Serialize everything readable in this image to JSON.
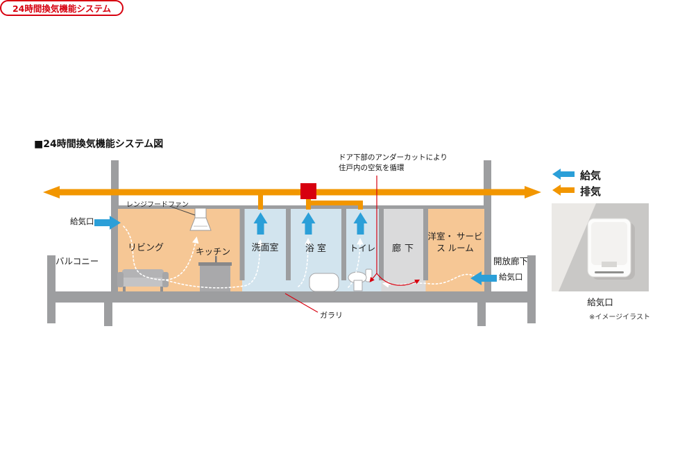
{
  "title": "■24時間換気機能システム図",
  "system_badge": "24時間換気機能システム",
  "annotation": "ドア下部のアンダーカットにより\n住戸内の空気を循環",
  "legend": {
    "supply": "給気",
    "exhaust": "排気"
  },
  "rooms": {
    "living": "リビング",
    "kitchen": "キッチン",
    "washroom": "洗面室",
    "bathroom": "浴室",
    "toilet": "トイレ",
    "hallway": "廊下",
    "service_room": "洋室・\nサービス\nルーム"
  },
  "labels": {
    "range_hood_fan": "レンジフードファン",
    "supply_inlet_left": "給気口",
    "supply_inlet_right": "給気口",
    "balcony": "バルコニー",
    "open_corridor": "開放廊下",
    "louver": "ガラリ"
  },
  "photo": {
    "caption": "給気口",
    "note": "※イメージイラスト"
  },
  "colors": {
    "duct_orange": "#f29600",
    "accent_red": "#d7000f",
    "supply_blue": "#2b9fd8",
    "room_warm": "#f6c795",
    "room_wet": "#d2e4ee",
    "hall_gray": "#dadadb",
    "structure_gray": "#9d9ea0"
  }
}
